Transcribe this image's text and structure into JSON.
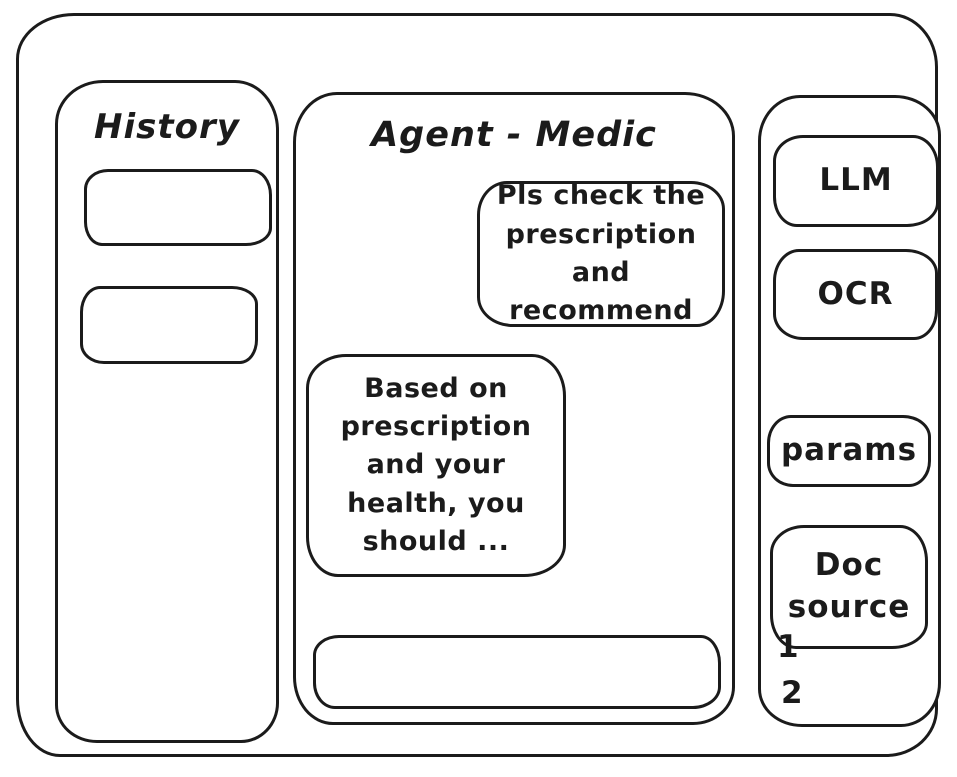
{
  "window": {
    "background": "#ffffff",
    "stroke_color": "#1b1b1b"
  },
  "sidebar": {
    "title": "History",
    "items": [
      {
        "label": ""
      },
      {
        "label": ""
      }
    ]
  },
  "chat": {
    "title": "Agent - Medic",
    "messages": [
      {
        "role": "user",
        "text": "Pls check the\nprescription\nand recommend"
      },
      {
        "role": "agent",
        "text": "Based on\nprescription\nand your\nhealth, you\nshould ..."
      }
    ],
    "input": {
      "value": "",
      "placeholder": ""
    }
  },
  "toolbar": {
    "buttons": [
      {
        "id": "llm",
        "label": "LLM"
      },
      {
        "id": "ocr",
        "label": "OCR"
      },
      {
        "id": "params",
        "label": "params"
      },
      {
        "id": "doc-source",
        "label": "Doc source"
      }
    ],
    "doc_items": [
      "1",
      "2"
    ]
  }
}
